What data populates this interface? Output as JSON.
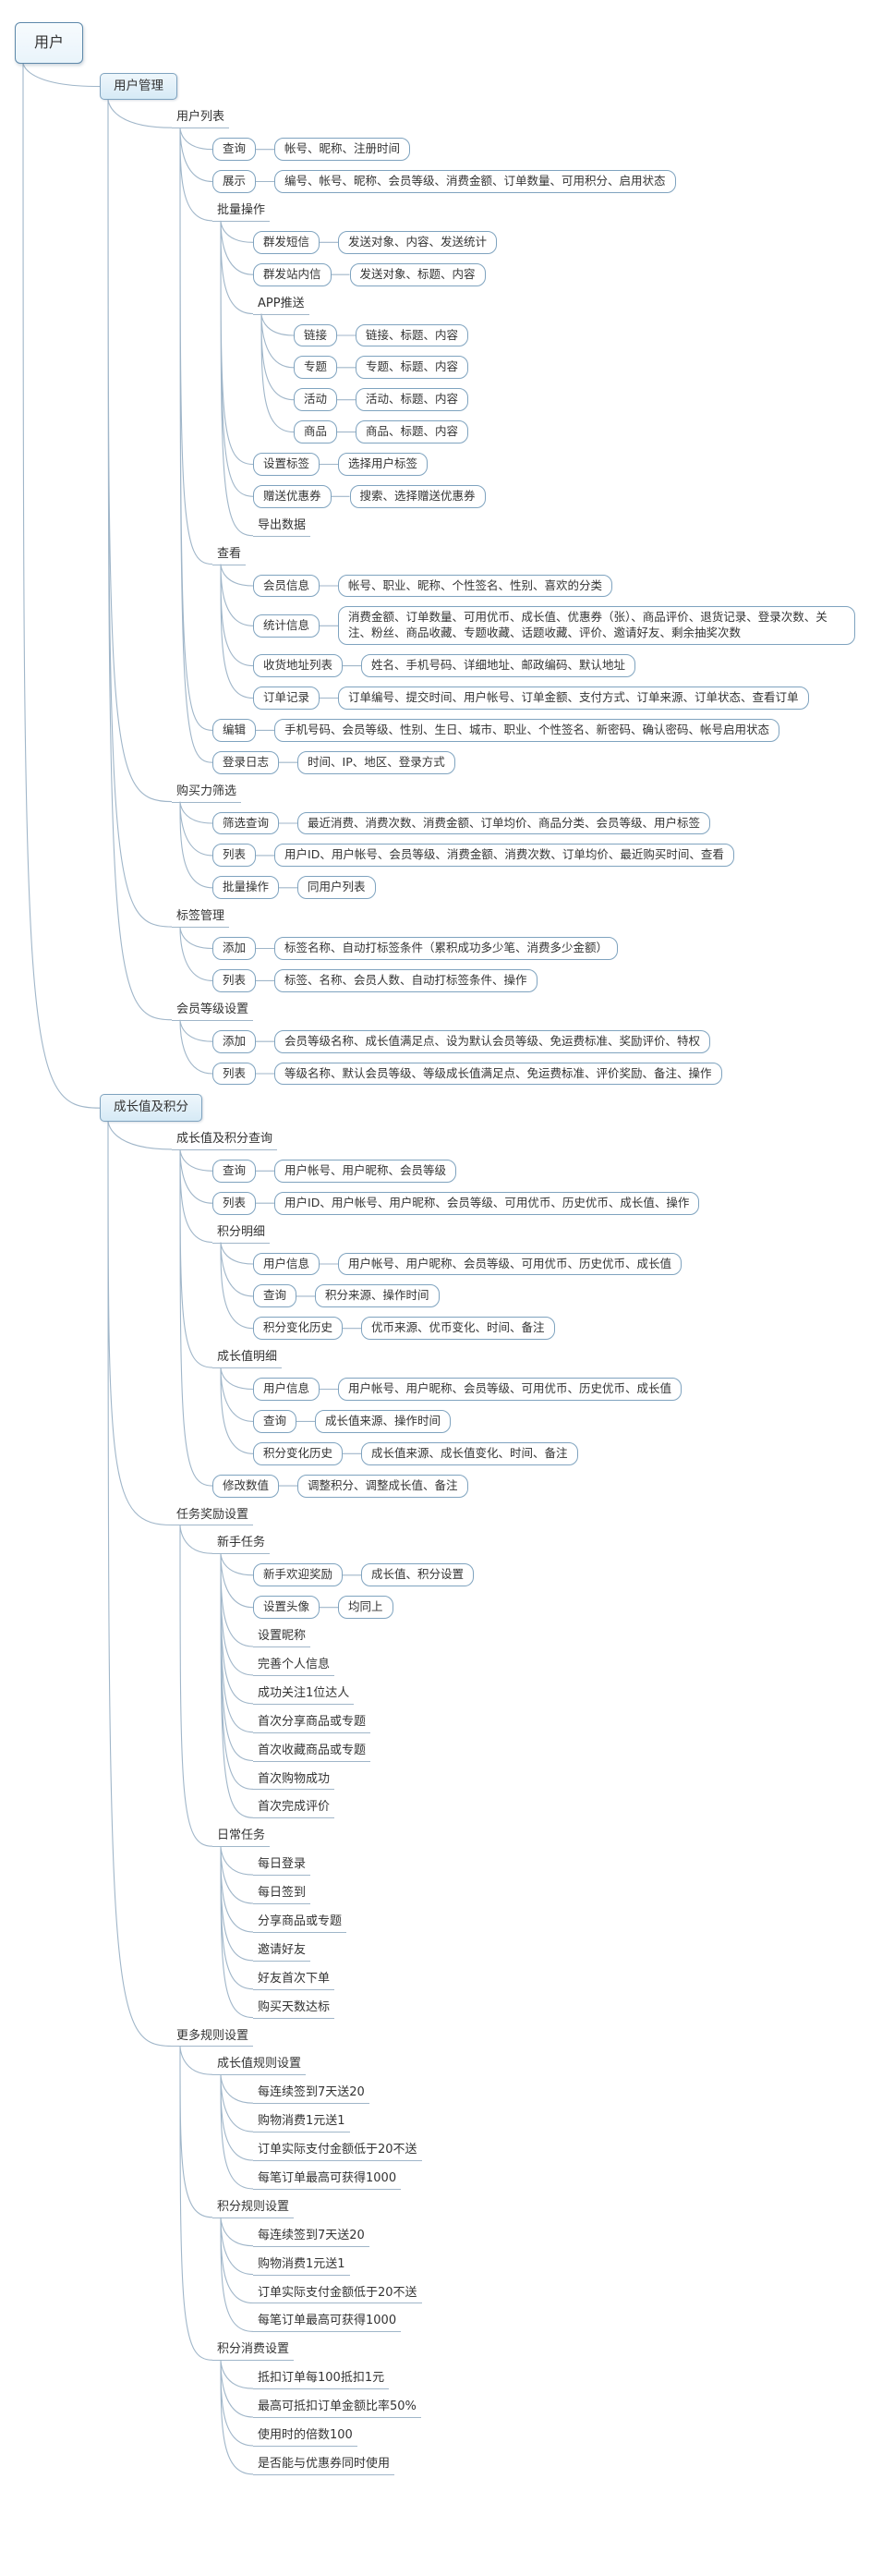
{
  "palette": {
    "wire": "#A0B6C9",
    "box_border": "#7FA3BF",
    "topic_fill": "#D6EAF6",
    "root_fill": "#E9F4FB",
    "text": "#333333",
    "background": "#FFFFFF"
  },
  "map": {
    "label": "用户",
    "shape": "root",
    "children": [
      {
        "label": "用户管理",
        "shape": "topic",
        "children": [
          {
            "label": "用户列表",
            "shape": "line",
            "children": [
              {
                "label": "查询",
                "shape": "box",
                "children": [
                  {
                    "label": "帐号、昵称、注册时间",
                    "shape": "box"
                  }
                ]
              },
              {
                "label": "展示",
                "shape": "box",
                "children": [
                  {
                    "label": "编号、帐号、昵称、会员等级、消费金额、订单数量、可用积分、启用状态",
                    "shape": "box"
                  }
                ]
              },
              {
                "label": "批量操作",
                "shape": "line",
                "children": [
                  {
                    "label": "群发短信",
                    "shape": "box",
                    "children": [
                      {
                        "label": "发送对象、内容、发送统计",
                        "shape": "box"
                      }
                    ]
                  },
                  {
                    "label": "群发站内信",
                    "shape": "box",
                    "children": [
                      {
                        "label": "发送对象、标题、内容",
                        "shape": "box"
                      }
                    ]
                  },
                  {
                    "label": "APP推送",
                    "shape": "line",
                    "children": [
                      {
                        "label": "链接",
                        "shape": "box",
                        "children": [
                          {
                            "label": "链接、标题、内容",
                            "shape": "box"
                          }
                        ]
                      },
                      {
                        "label": "专题",
                        "shape": "box",
                        "children": [
                          {
                            "label": "专题、标题、内容",
                            "shape": "box"
                          }
                        ]
                      },
                      {
                        "label": "活动",
                        "shape": "box",
                        "children": [
                          {
                            "label": "活动、标题、内容",
                            "shape": "box"
                          }
                        ]
                      },
                      {
                        "label": "商品",
                        "shape": "box",
                        "children": [
                          {
                            "label": "商品、标题、内容",
                            "shape": "box"
                          }
                        ]
                      }
                    ]
                  },
                  {
                    "label": "设置标签",
                    "shape": "box",
                    "children": [
                      {
                        "label": "选择用户标签",
                        "shape": "box"
                      }
                    ]
                  },
                  {
                    "label": "赠送优惠券",
                    "shape": "box",
                    "children": [
                      {
                        "label": "搜索、选择赠送优惠券",
                        "shape": "box"
                      }
                    ]
                  },
                  {
                    "label": "导出数据",
                    "shape": "line"
                  }
                ]
              },
              {
                "label": "查看",
                "shape": "line",
                "children": [
                  {
                    "label": "会员信息",
                    "shape": "box",
                    "children": [
                      {
                        "label": "帐号、职业、昵称、个性签名、性别、喜欢的分类",
                        "shape": "box"
                      }
                    ]
                  },
                  {
                    "label": "统计信息",
                    "shape": "box",
                    "children": [
                      {
                        "label": "消费金额、订单数量、可用优币、成长值、优惠券（张）、商品评价、退货记录、登录次数、关注、粉丝、商品收藏、专题收藏、话题收藏、评价、邀请好友、剩余抽奖次数",
                        "shape": "box"
                      }
                    ]
                  },
                  {
                    "label": "收货地址列表",
                    "shape": "box",
                    "children": [
                      {
                        "label": "姓名、手机号码、详细地址、邮政编码、默认地址",
                        "shape": "box"
                      }
                    ]
                  },
                  {
                    "label": "订单记录",
                    "shape": "box",
                    "children": [
                      {
                        "label": "订单编号、提交时间、用户帐号、订单金额、支付方式、订单来源、订单状态、查看订单",
                        "shape": "box"
                      }
                    ]
                  }
                ]
              },
              {
                "label": "编辑",
                "shape": "box",
                "children": [
                  {
                    "label": "手机号码、会员等级、性别、生日、城市、职业、个性签名、新密码、确认密码、帐号启用状态",
                    "shape": "box"
                  }
                ]
              },
              {
                "label": "登录日志",
                "shape": "box",
                "children": [
                  {
                    "label": "时间、IP、地区、登录方式",
                    "shape": "box"
                  }
                ]
              }
            ]
          },
          {
            "label": "购买力筛选",
            "shape": "line",
            "children": [
              {
                "label": "筛选查询",
                "shape": "box",
                "children": [
                  {
                    "label": "最近消费、消费次数、消费金额、订单均价、商品分类、会员等级、用户标签",
                    "shape": "box"
                  }
                ]
              },
              {
                "label": "列表",
                "shape": "box",
                "children": [
                  {
                    "label": "用户ID、用户帐号、会员等级、消费金额、消费次数、订单均价、最近购买时间、查看",
                    "shape": "box"
                  }
                ]
              },
              {
                "label": "批量操作",
                "shape": "box",
                "children": [
                  {
                    "label": "同用户列表",
                    "shape": "box"
                  }
                ]
              }
            ]
          },
          {
            "label": "标签管理",
            "shape": "line",
            "children": [
              {
                "label": "添加",
                "shape": "box",
                "children": [
                  {
                    "label": "标签名称、自动打标签条件（累积成功多少笔、消费多少金额）",
                    "shape": "box"
                  }
                ]
              },
              {
                "label": "列表",
                "shape": "box",
                "children": [
                  {
                    "label": "标签、名称、会员人数、自动打标签条件、操作",
                    "shape": "box"
                  }
                ]
              }
            ]
          },
          {
            "label": "会员等级设置",
            "shape": "line",
            "children": [
              {
                "label": "添加",
                "shape": "box",
                "children": [
                  {
                    "label": "会员等级名称、成长值满足点、设为默认会员等级、免运费标准、奖励评价、特权",
                    "shape": "box"
                  }
                ]
              },
              {
                "label": "列表",
                "shape": "box",
                "children": [
                  {
                    "label": "等级名称、默认会员等级、等级成长值满足点、免运费标准、评价奖励、备注、操作",
                    "shape": "box"
                  }
                ]
              }
            ]
          }
        ]
      },
      {
        "label": "成长值及积分",
        "shape": "topic",
        "children": [
          {
            "label": "成长值及积分查询",
            "shape": "line",
            "children": [
              {
                "label": "查询",
                "shape": "box",
                "children": [
                  {
                    "label": "用户帐号、用户昵称、会员等级",
                    "shape": "box"
                  }
                ]
              },
              {
                "label": "列表",
                "shape": "box",
                "children": [
                  {
                    "label": "用户ID、用户帐号、用户昵称、会员等级、可用优币、历史优币、成长值、操作",
                    "shape": "box"
                  }
                ]
              },
              {
                "label": "积分明细",
                "shape": "line",
                "children": [
                  {
                    "label": "用户信息",
                    "shape": "box",
                    "children": [
                      {
                        "label": "用户帐号、用户昵称、会员等级、可用优币、历史优币、成长值",
                        "shape": "box"
                      }
                    ]
                  },
                  {
                    "label": "查询",
                    "shape": "box",
                    "children": [
                      {
                        "label": "积分来源、操作时间",
                        "shape": "box"
                      }
                    ]
                  },
                  {
                    "label": "积分变化历史",
                    "shape": "box",
                    "children": [
                      {
                        "label": "优币来源、优币变化、时间、备注",
                        "shape": "box"
                      }
                    ]
                  }
                ]
              },
              {
                "label": "成长值明细",
                "shape": "line",
                "children": [
                  {
                    "label": "用户信息",
                    "shape": "box",
                    "children": [
                      {
                        "label": "用户帐号、用户昵称、会员等级、可用优币、历史优币、成长值",
                        "shape": "box"
                      }
                    ]
                  },
                  {
                    "label": "查询",
                    "shape": "box",
                    "children": [
                      {
                        "label": "成长值来源、操作时间",
                        "shape": "box"
                      }
                    ]
                  },
                  {
                    "label": "积分变化历史",
                    "shape": "box",
                    "children": [
                      {
                        "label": "成长值来源、成长值变化、时间、备注",
                        "shape": "box"
                      }
                    ]
                  }
                ]
              },
              {
                "label": "修改数值",
                "shape": "box",
                "children": [
                  {
                    "label": "调整积分、调整成长值、备注",
                    "shape": "box"
                  }
                ]
              }
            ]
          },
          {
            "label": "任务奖励设置",
            "shape": "line",
            "children": [
              {
                "label": "新手任务",
                "shape": "line",
                "children": [
                  {
                    "label": "新手欢迎奖励",
                    "shape": "box",
                    "children": [
                      {
                        "label": "成长值、积分设置",
                        "shape": "box"
                      }
                    ]
                  },
                  {
                    "label": "设置头像",
                    "shape": "box",
                    "children": [
                      {
                        "label": "均同上",
                        "shape": "box"
                      }
                    ]
                  },
                  {
                    "label": "设置昵称",
                    "shape": "line"
                  },
                  {
                    "label": "完善个人信息",
                    "shape": "line"
                  },
                  {
                    "label": "成功关注1位达人",
                    "shape": "line"
                  },
                  {
                    "label": "首次分享商品或专题",
                    "shape": "line"
                  },
                  {
                    "label": "首次收藏商品或专题",
                    "shape": "line"
                  },
                  {
                    "label": "首次购物成功",
                    "shape": "line"
                  },
                  {
                    "label": "首次完成评价",
                    "shape": "line"
                  }
                ]
              },
              {
                "label": "日常任务",
                "shape": "line",
                "children": [
                  {
                    "label": "每日登录",
                    "shape": "line"
                  },
                  {
                    "label": "每日签到",
                    "shape": "line"
                  },
                  {
                    "label": "分享商品或专题",
                    "shape": "line"
                  },
                  {
                    "label": "邀请好友",
                    "shape": "line"
                  },
                  {
                    "label": "好友首次下单",
                    "shape": "line"
                  },
                  {
                    "label": "购买天数达标",
                    "shape": "line"
                  }
                ]
              }
            ]
          },
          {
            "label": "更多规则设置",
            "shape": "line",
            "children": [
              {
                "label": "成长值规则设置",
                "shape": "line",
                "children": [
                  {
                    "label": "每连续签到7天送20",
                    "shape": "line"
                  },
                  {
                    "label": "购物消费1元送1",
                    "shape": "line"
                  },
                  {
                    "label": "订单实际支付金额低于20不送",
                    "shape": "line"
                  },
                  {
                    "label": "每笔订单最高可获得1000",
                    "shape": "line"
                  }
                ]
              },
              {
                "label": "积分规则设置",
                "shape": "line",
                "children": [
                  {
                    "label": "每连续签到7天送20",
                    "shape": "line"
                  },
                  {
                    "label": "购物消费1元送1",
                    "shape": "line"
                  },
                  {
                    "label": "订单实际支付金额低于20不送",
                    "shape": "line"
                  },
                  {
                    "label": "每笔订单最高可获得1000",
                    "shape": "line"
                  }
                ]
              },
              {
                "label": "积分消费设置",
                "shape": "line",
                "children": [
                  {
                    "label": "抵扣订单每100抵扣1元",
                    "shape": "line"
                  },
                  {
                    "label": "最高可抵扣订单金额比率50%",
                    "shape": "line"
                  },
                  {
                    "label": "使用时的倍数100",
                    "shape": "line"
                  },
                  {
                    "label": "是否能与优惠券同时使用",
                    "shape": "line"
                  }
                ]
              }
            ]
          }
        ]
      }
    ]
  }
}
